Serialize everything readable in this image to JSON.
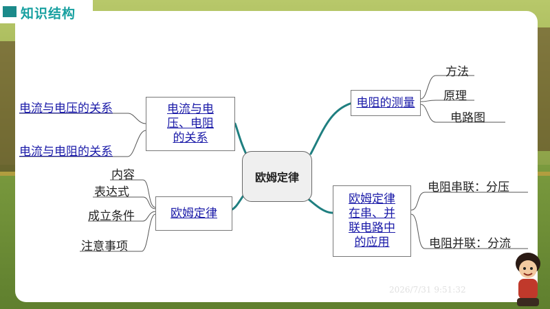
{
  "header": {
    "title": "知识结构"
  },
  "center": {
    "label": "欧姆定律"
  },
  "branches": {
    "relation": {
      "label": "电流与电压、电阻的关系",
      "line1": "电流与电",
      "line2": "压、电阻",
      "line3": "的关系",
      "leaves": [
        "电流与电压的关系",
        "电流与电阻的关系"
      ]
    },
    "ohm_law": {
      "label": "欧姆定律",
      "leaves": [
        "内容",
        "表达式",
        "成立条件",
        "注意事项"
      ]
    },
    "measurement": {
      "label": "电阻的测量",
      "leaves": [
        "方法",
        "原理",
        "电路图"
      ]
    },
    "application": {
      "line1": "欧姆定律",
      "line2": "在串、并",
      "line3": "联电路中",
      "line4": "的应用",
      "leaves": [
        "电阻串联：分压",
        "电阻并联：分流"
      ]
    }
  },
  "watermark": "2026/7/31 9:51:32",
  "colors": {
    "accent": "#17a0a0",
    "link": "#1a1aa8",
    "connector": "#1f7f80"
  }
}
